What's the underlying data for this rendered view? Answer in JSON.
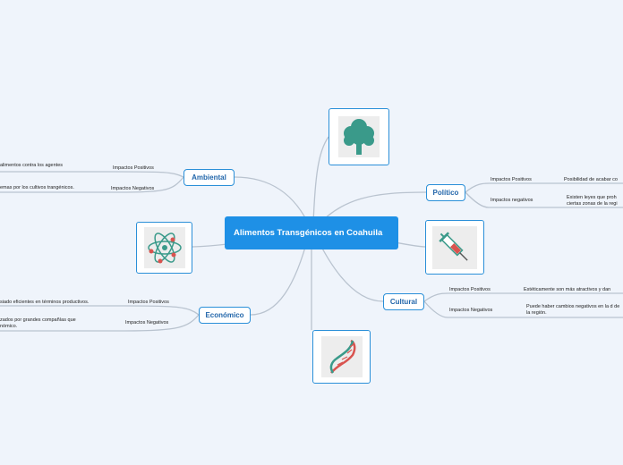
{
  "central": "Alimentos Transgénicos en Coahuila",
  "colors": {
    "accent": "#1e90e6",
    "border": "#2a8fd8",
    "line": "#b9c3cf",
    "background": "#eff4fb"
  },
  "branches": {
    "ambiental": {
      "label": "Ambiental",
      "pos_label": "Impactos Positivos",
      "pos_text": "alimentos contra los agentes",
      "neg_label": "Impactos Negativos",
      "neg_text": "emas por los cultivos trangénicos."
    },
    "politico": {
      "label": "Político",
      "pos_label": "Impactos Positivos",
      "pos_text": "Posibilidad de acabar co",
      "neg_label": "Impactos negativos",
      "neg_text": "Existen leyes que proh ciertas zonas de la regi"
    },
    "cultural": {
      "label": "Cultural",
      "pos_label": "Impactos Positivos",
      "pos_text": "Estéticamente son más atractivos y dan",
      "neg_label": "Impactos Negativos",
      "neg_text": "Puede haber cambios negativos en la d de la región."
    },
    "economico": {
      "label": "Económico",
      "pos_label": "Impactos Positivos",
      "pos_text": "siado eficientes en términos productivos.",
      "neg_label": "Impactos Negativos",
      "neg_text": "zados por grandes compañías que nómico."
    }
  },
  "images": [
    "tree-icon",
    "syringe-icon",
    "dna-icon",
    "atom-icon"
  ]
}
